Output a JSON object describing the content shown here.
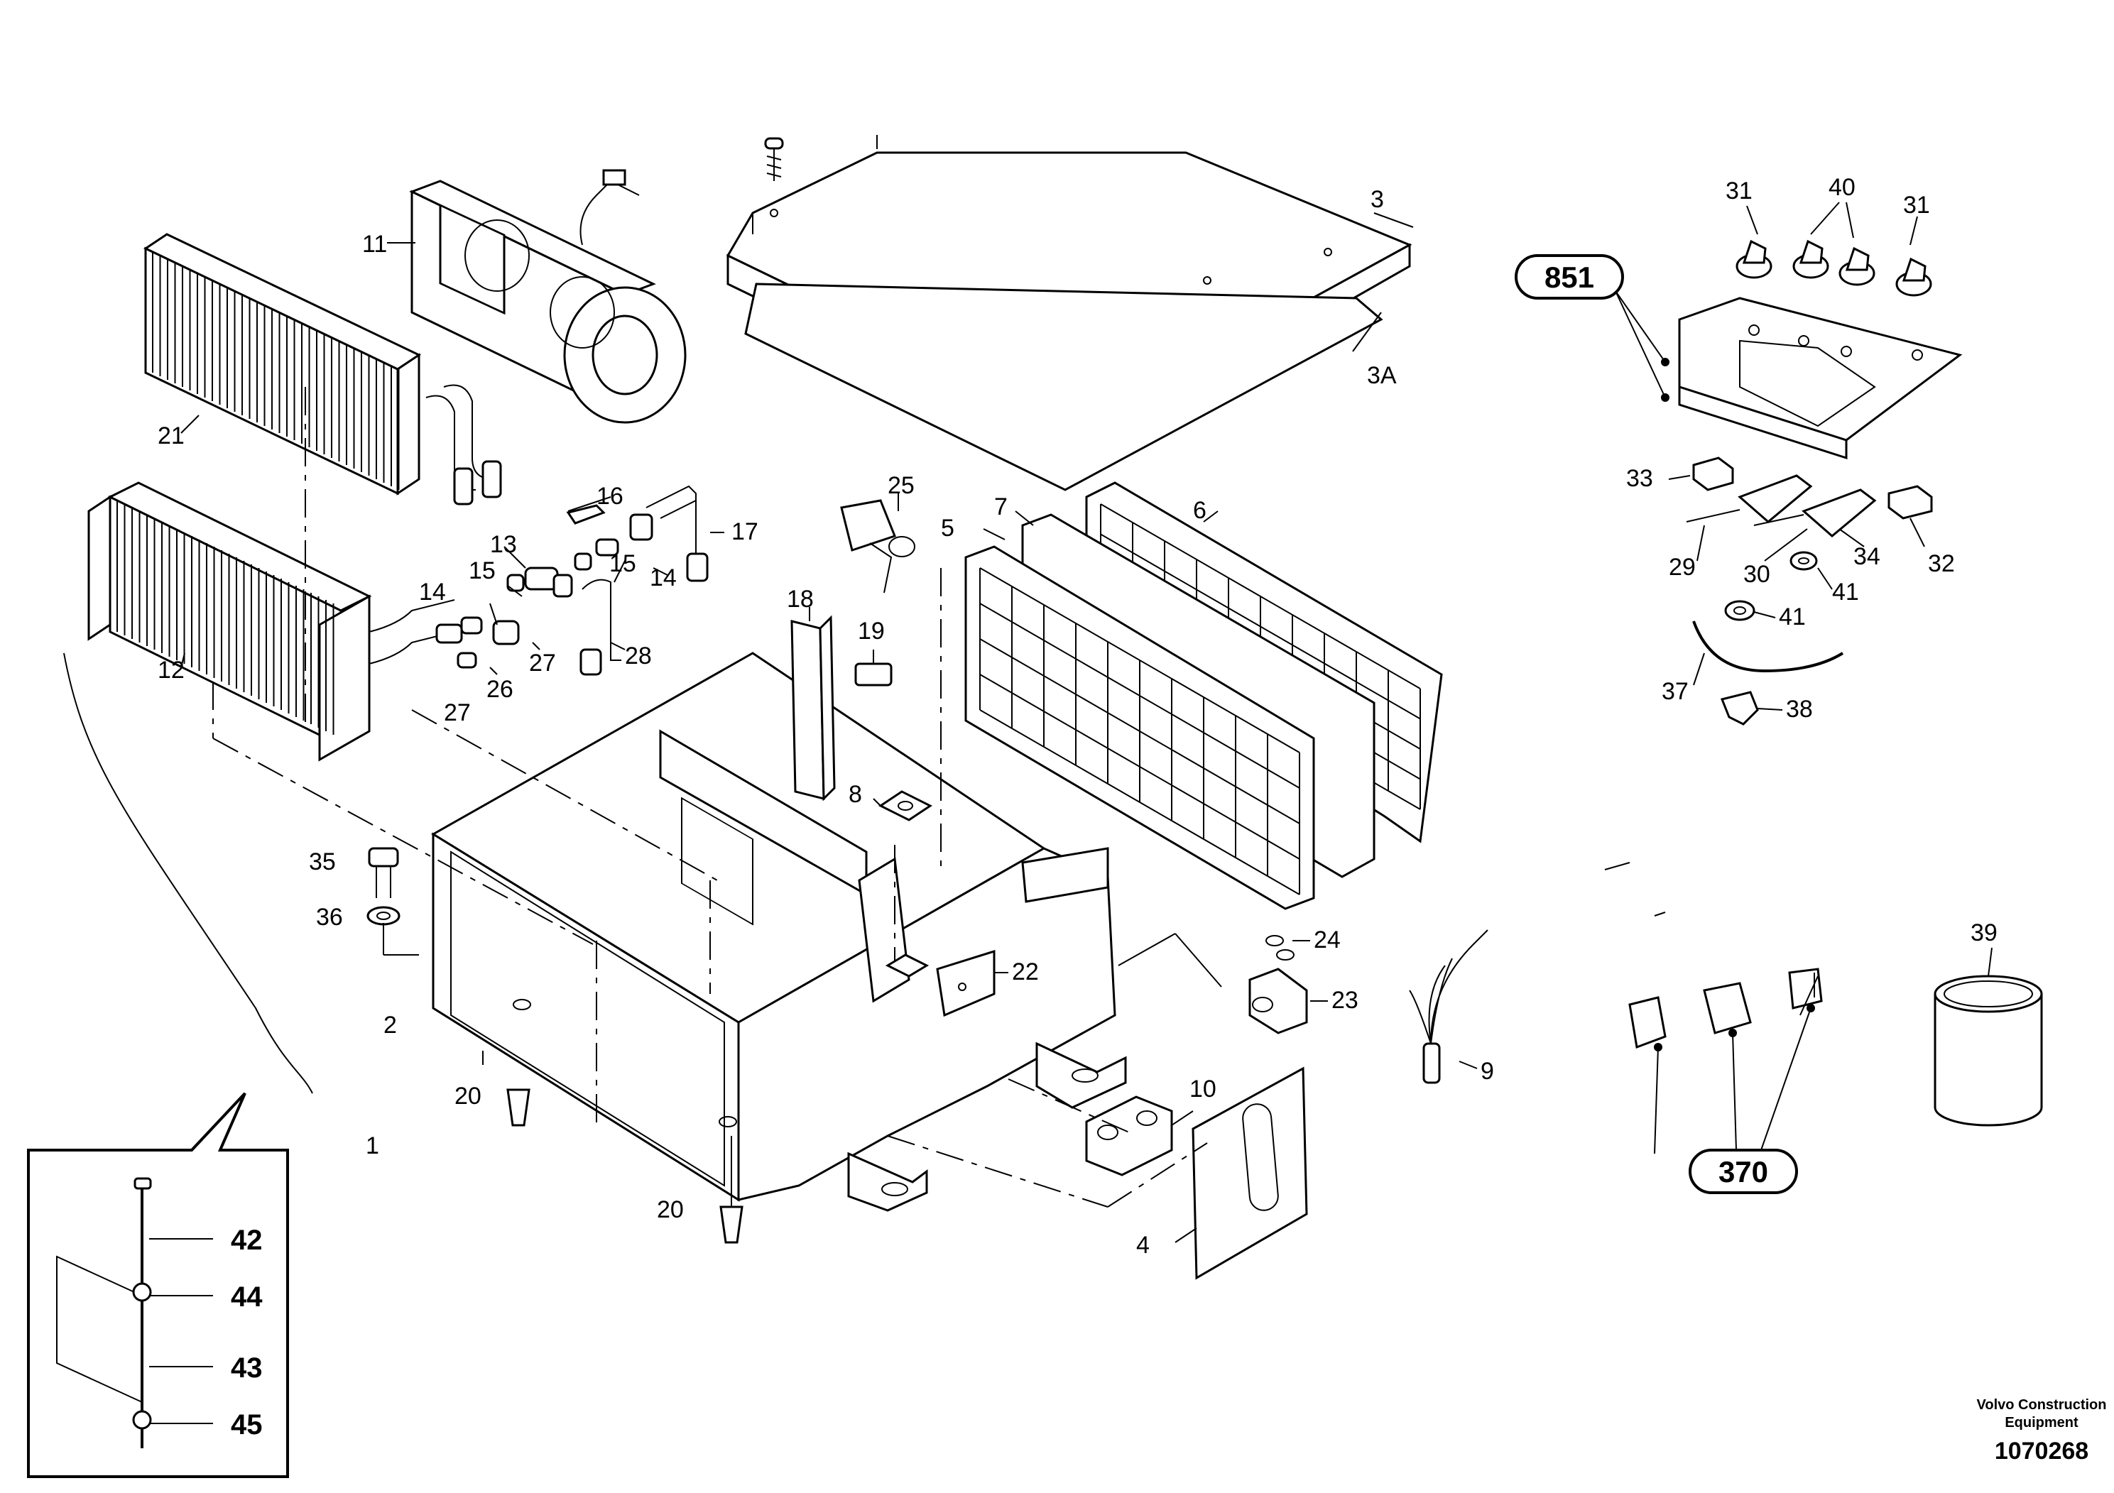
{
  "diagram": {
    "part_labels": {
      "p1": "1",
      "p2": "2",
      "p3": "3",
      "p3a": "3A",
      "p4": "4",
      "p5": "5",
      "p6": "6",
      "p7": "7",
      "p8": "8",
      "p9": "9",
      "p10": "10",
      "p11": "11",
      "p12": "12",
      "p13": "13",
      "p14a": "14",
      "p14b": "14",
      "p15a": "15",
      "p15b": "15",
      "p16": "16",
      "p17": "17",
      "p18": "18",
      "p19": "19",
      "p20a": "20",
      "p20b": "20",
      "p21": "21",
      "p22": "22",
      "p23": "23",
      "p24": "24",
      "p25": "25",
      "p26": "26",
      "p27a": "27",
      "p27b": "27",
      "p28": "28",
      "p29": "29",
      "p30": "30",
      "p31a": "31",
      "p31b": "31",
      "p32": "32",
      "p33": "33",
      "p34": "34",
      "p35": "35",
      "p36": "36",
      "p37": "37",
      "p38": "38",
      "p39": "39",
      "p40": "40",
      "p41a": "41",
      "p41b": "41",
      "p42": "42",
      "p43": "43",
      "p44": "44",
      "p45": "45"
    },
    "group_refs": {
      "panel": "851",
      "relays": "370"
    },
    "publisher": {
      "line1": "Volvo Construction",
      "line2": "Equipment"
    },
    "drawing_number": "1070268"
  }
}
